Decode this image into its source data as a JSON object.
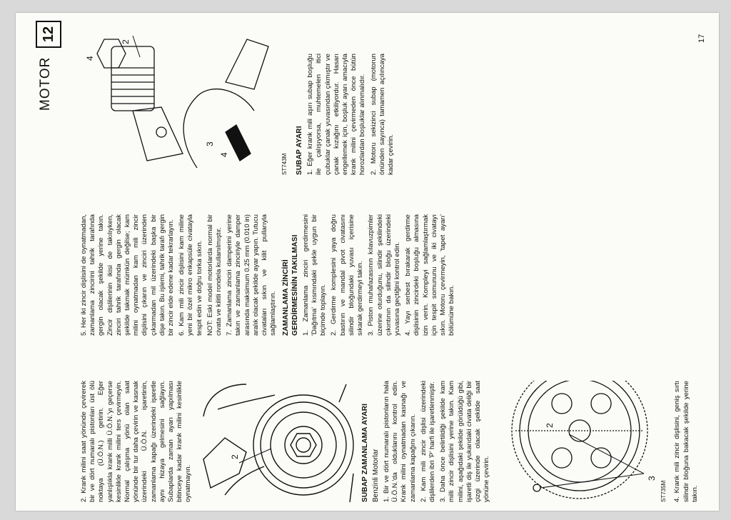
{
  "header": {
    "title": "MOTOR",
    "section_number": "12"
  },
  "page_number": "17",
  "column1": {
    "p1": "2. Krank milini saat yönünde çevirerek bir ve dört numaralı pistonları üst ölü noktaya (Ü.Ö.N.) getirin. Eğer yanlışlıkla krank milli Ü.Ö.N.'yı geçerse kesinlikle krank milini ters çevirmeyin. Normal çalışma yönü olan saat yönünde bir tur daha çevirin ve kasnak üzerindeki Ü.Ö.N. işaretinin, zamanlama kapağı üzerindeki işaretle aynı hizaya gelmesini sağlayın. Subaplarda zaman ayarı yapılması bitinceye kadar krank milini kesinlikle oynatmayın.",
    "fig_code": "",
    "callout_2": "2",
    "heading": "SUBAP ZAMANLAMA AYARI",
    "subheading": "Benzinli Motorlar",
    "p2": "1. Bir ve dört numaralı pistonların hala Ü.Ö.N.'da olduklarını kontrol edin. Krank milini oynatmadan kasnağı ve zamanlama kapağını çıkarın.",
    "p3": "2. Kam mili zincir dişlisi üzerindeki dişlilerden ibri 'P' harfi ile işaretlenmiştir.",
    "p4": "3. Daha önce belirtildiği şekilde kam milli zincir dişlisini yerine takın. Kam milini, aşağıdaki şekilde görüldüğü gibi, işaretli diş ile yukarıdaki civata deliği bir çizgi üzerinde olacak şekilde saat yönüne çevirin.",
    "fig2_code": "ST735M",
    "fig2_callout_2": "2",
    "fig2_callout_3": "3",
    "p5": "4. Krank mili zincir dişlisini, geniş sırtı silindir bloğuna bakacak şekilde yerine takın."
  },
  "column2": {
    "p1": "5. Her iki zincir dişlisini de oynatmadan, zamanlama zincirini tahrik tarafında gergin olacak şekilde yerine takın. Zincir dişlilerinin ikisi de takılıyken, zinciri tahrik tarafında gergin olacak şekilde takmak mümkün değilse; kam milini oynatmadan kam mili zincir dişlisini çıkarın ve zinciri üzerinden çıkarmadan mil üzerindeki başka bir dişe takın. Bu işlemi, tahrik tarafı gergin bir zincir elde edene kadar tekrarlayın.",
    "p2": "6. Kam mili zincir dişlisini kam miline yeni bir özel mikro enkapsüle civatayla tespit edin ve doğru torka sıkın.",
    "p3": "NOT: Eski model motorlarda normal bir civata ve kilitli rondela kullanılmıştır.",
    "p4": "7. Zamanlama zinciri damperini yerine takın ve zamanlama zinciriyle damper arasında maksimum 0.25 mm (0.010 in) aralık olacak şekilde ayar yapın. Tutucu civataları sıkın ve kilit pullarıyla sağlamlaştırın.",
    "heading": "ZAMANLAMA ZİNCİRİ GERDİRMESİNİN TAKILMASI",
    "p5": "1. Zamanlama zinciri gerdirmesini 'Dağıtma' kısmındaki şekle uygun bir biçimde toplayın.",
    "p6": "2. Gerdirme komplesini yaya doğru bastırın ve mandal pivot civatasını silindir bloğundaki yuvası içerisine sıkarak gerdirmeyi takın.",
    "p7": "3. Piston muhafazasının kılavuzpimler üzerine oturduğunu, silindir şekilindeki çıkıntının da silindir bloğu üzerindeki yuvasına geçtiğini kontrol edin.",
    "p8": "4. Yayı serbest bırakarak gerdirme dişlisinin zincirdeki boşluğu almasına izin verin. Kompleyi sağlamlaştırmak için tespit somununu ve iki civatayı sıkın. Motoru çevirmeyin, 'tapet ayarı' bölümüne bakın."
  },
  "column3": {
    "fig_code": "ST743M",
    "callout_2": "2",
    "callout_3": "3",
    "callout_4a": "4",
    "callout_4b": "4",
    "heading": "SUBAP AYARI",
    "p1": "1. Eğer krank mili aşırı subap boşluğu ile çalışıyorsa, muhtemelen itici çubuklar çanak yuvasından çıkmıştır ve çanak kızağını etkiliyordur. Hasarı engellemek için, boşluk ayarı amacıyla krank milini çevirmeden önce bütün horozlardan boşluklar alınmalıdır.",
    "p2": "2. Motoru sekizinci subap (motorun önünden sayınca) tamamen açılıncaya kadar çevirin."
  }
}
